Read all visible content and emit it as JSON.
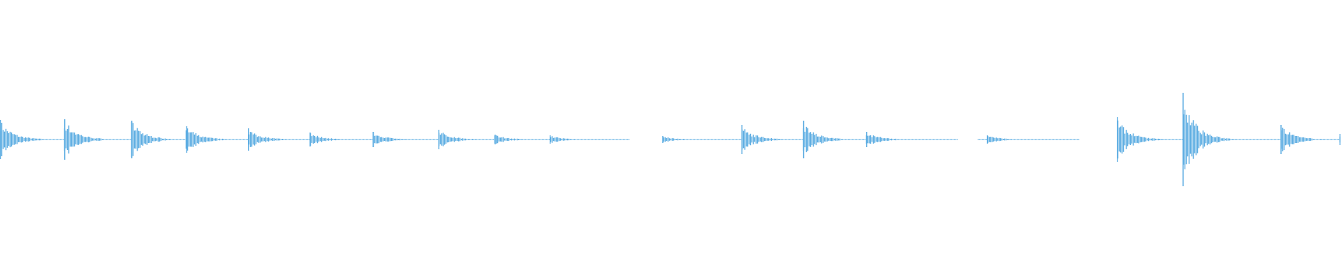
{
  "waveform": {
    "color": "#5dade2",
    "background": "#ffffff",
    "hits": [
      {
        "t": 0.0,
        "peak": 0.14
      },
      {
        "t": 0.048,
        "peak": 0.145
      },
      {
        "t": 0.098,
        "peak": 0.135
      },
      {
        "t": 0.139,
        "peak": 0.095
      },
      {
        "t": 0.185,
        "peak": 0.08
      },
      {
        "t": 0.231,
        "peak": 0.05
      },
      {
        "t": 0.278,
        "peak": 0.055
      },
      {
        "t": 0.327,
        "peak": 0.07
      },
      {
        "t": 0.369,
        "peak": 0.035
      },
      {
        "t": 0.41,
        "peak": 0.03
      },
      {
        "t": 0.494,
        "peak": 0.025
      },
      {
        "t": 0.553,
        "peak": 0.105
      },
      {
        "t": 0.599,
        "peak": 0.135
      },
      {
        "t": 0.646,
        "peak": 0.055
      },
      {
        "t": 0.736,
        "peak": 0.03
      },
      {
        "t": 0.833,
        "peak": 0.16
      },
      {
        "t": 0.882,
        "peak": 0.335
      },
      {
        "t": 0.955,
        "peak": 0.105
      },
      {
        "t": 0.999,
        "peak": 0.04
      }
    ],
    "silences": [
      [
        0.469,
        0.494
      ],
      [
        0.714,
        0.729
      ],
      [
        0.805,
        0.833
      ]
    ]
  }
}
